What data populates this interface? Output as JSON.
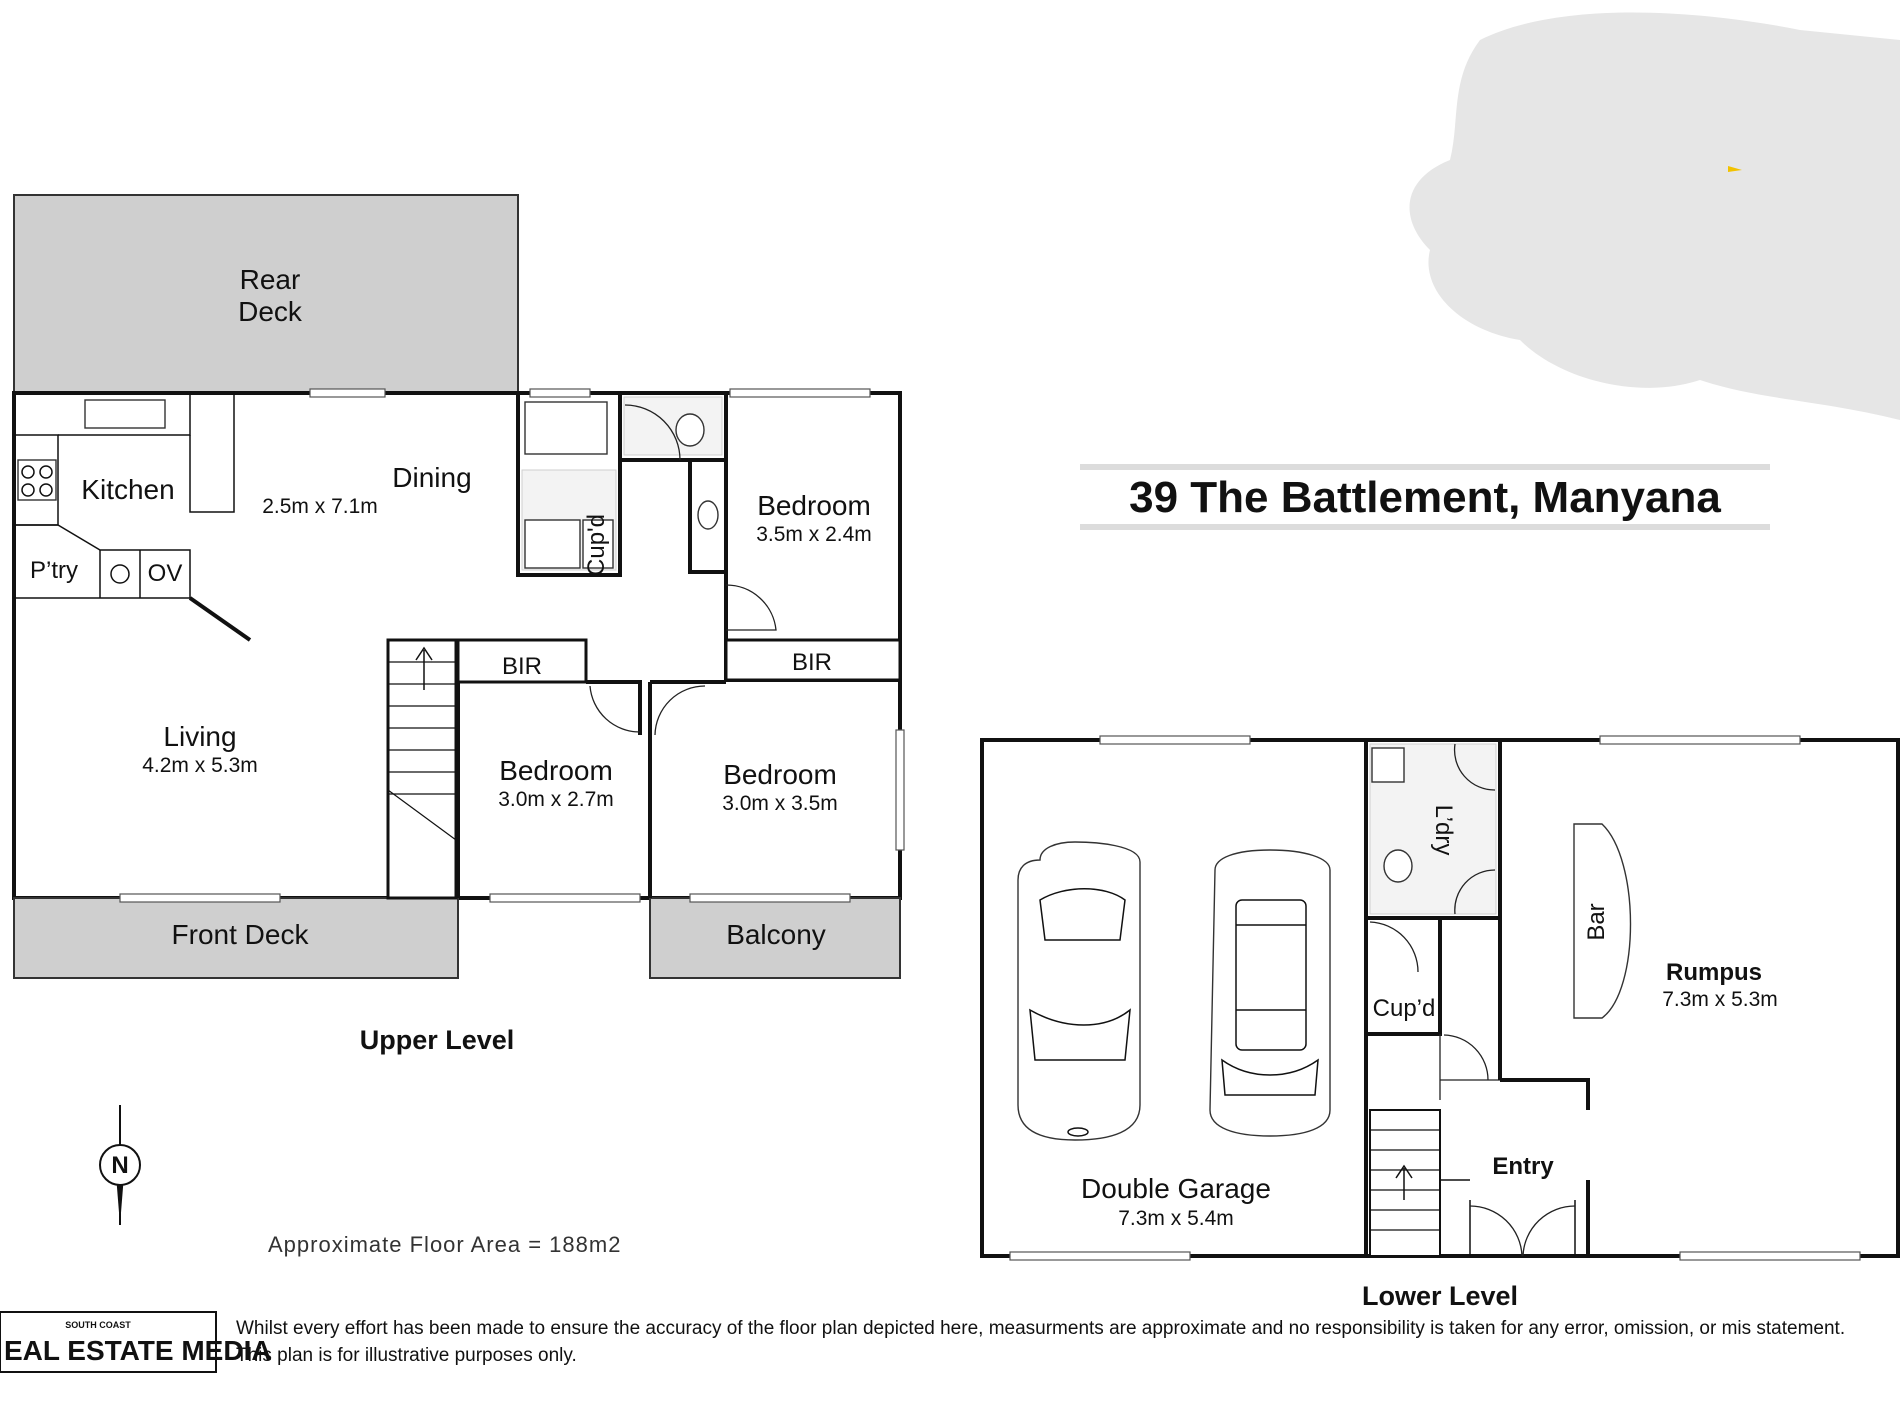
{
  "title": "39 The Battlement, Manyana",
  "upper_level": {
    "label": "Upper Level",
    "rooms": {
      "rear_deck": "Rear\nDeck",
      "kitchen": "Kitchen",
      "dining": "Dining",
      "dining_dim": "2.5m x 7.1m",
      "pantry": "P’try",
      "oven": "OV",
      "cupd": "Cup'd",
      "bedroom1": "Bedroom",
      "bedroom1_dim": "3.5m x 2.4m",
      "bir1": "BIR",
      "bir2": "BIR",
      "living": "Living",
      "living_dim": "4.2m x 5.3m",
      "bedroom2": "Bedroom",
      "bedroom2_dim": "3.0m x 2.7m",
      "bedroom3": "Bedroom",
      "bedroom3_dim": "3.0m x 3.5m",
      "front_deck": "Front Deck",
      "balcony": "Balcony"
    }
  },
  "lower_level": {
    "label": "Lower Level",
    "rooms": {
      "garage": "Double Garage",
      "garage_dim": "7.3m x 5.4m",
      "laundry": "L’dry",
      "cupd": "Cup’d",
      "bar": "Bar",
      "rumpus": "Rumpus",
      "rumpus_dim": "7.3m x 5.3m",
      "entry": "Entry"
    }
  },
  "floor_area": "Approximate Floor Area = 188m2",
  "compass": "N",
  "disclaimer_line1": "Whilst every effort has been made to ensure the accuracy of the floor plan depicted here, measurments are approximate and no responsibility is taken for any error, omission, or mis statement.",
  "disclaimer_line2": "This plan is for illustrative purposes only.",
  "logo": {
    "small": "SOUTH COAST",
    "big": "EAL ESTATE MEDIA"
  },
  "colors": {
    "deck": "#cfcfcf",
    "blob": "#e6e6e6",
    "accent": "#f2c200"
  }
}
